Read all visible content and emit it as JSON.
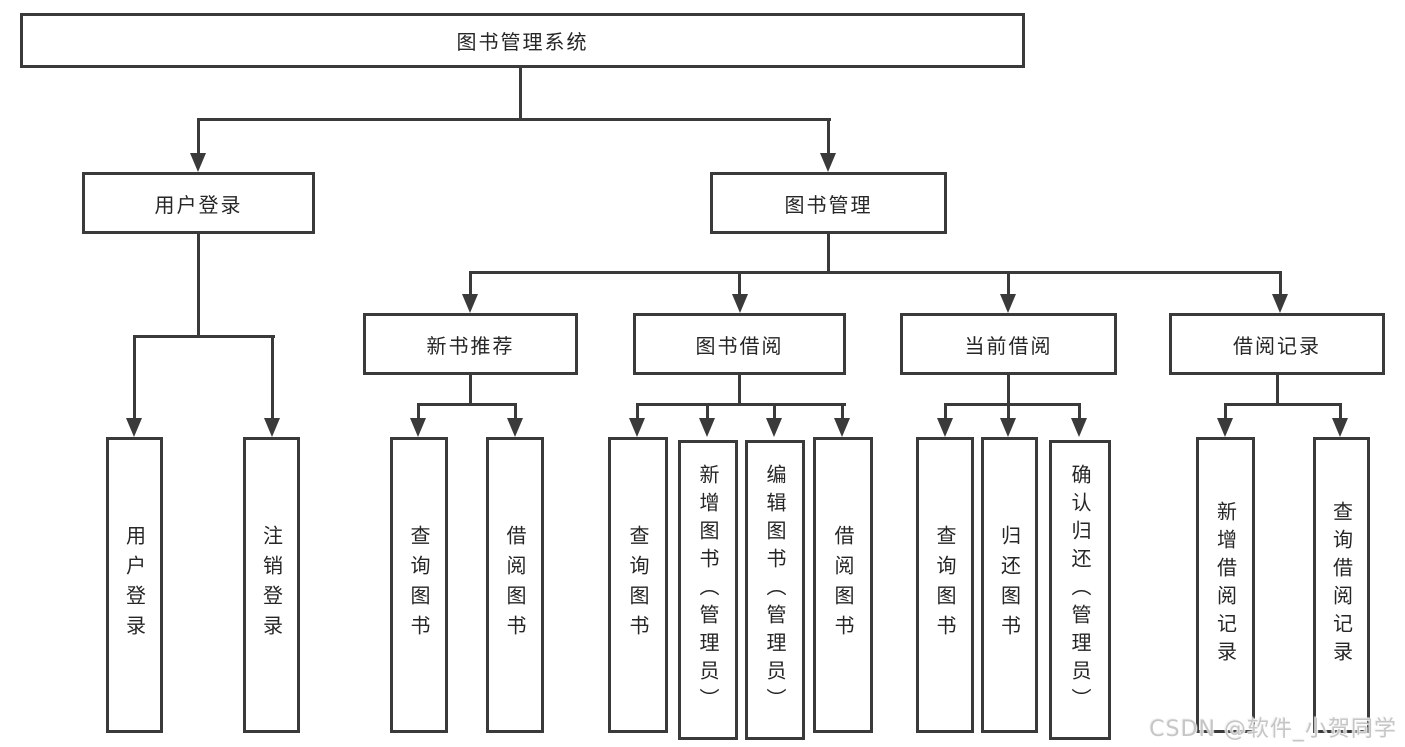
{
  "tree": {
    "root": {
      "label": "图书管理系统",
      "children": [
        {
          "label": "用户登录",
          "children": [
            {
              "label": "用户登录"
            },
            {
              "label": "注销登录"
            }
          ]
        },
        {
          "label": "图书管理",
          "children": [
            {
              "label": "新书推荐",
              "children": [
                {
                  "label": "查询图书"
                },
                {
                  "label": "借阅图书"
                }
              ]
            },
            {
              "label": "图书借阅",
              "children": [
                {
                  "label": "查询图书"
                },
                {
                  "label": "新增图书（管理员）"
                },
                {
                  "label": "编辑图书（管理员）"
                },
                {
                  "label": "借阅图书"
                }
              ]
            },
            {
              "label": "当前借阅",
              "children": [
                {
                  "label": "查询图书"
                },
                {
                  "label": "归还图书"
                },
                {
                  "label": "确认归还（管理员）"
                }
              ]
            },
            {
              "label": "借阅记录",
              "children": [
                {
                  "label": "新增借阅记录"
                },
                {
                  "label": "查询借阅记录"
                }
              ]
            }
          ]
        }
      ]
    }
  },
  "watermark": {
    "text": "CSDN @软件_小贺同学"
  },
  "colors": {
    "line": "#3a3a3a",
    "text": "#262626",
    "background": "#ffffff",
    "watermark": "#c6c6c6"
  }
}
